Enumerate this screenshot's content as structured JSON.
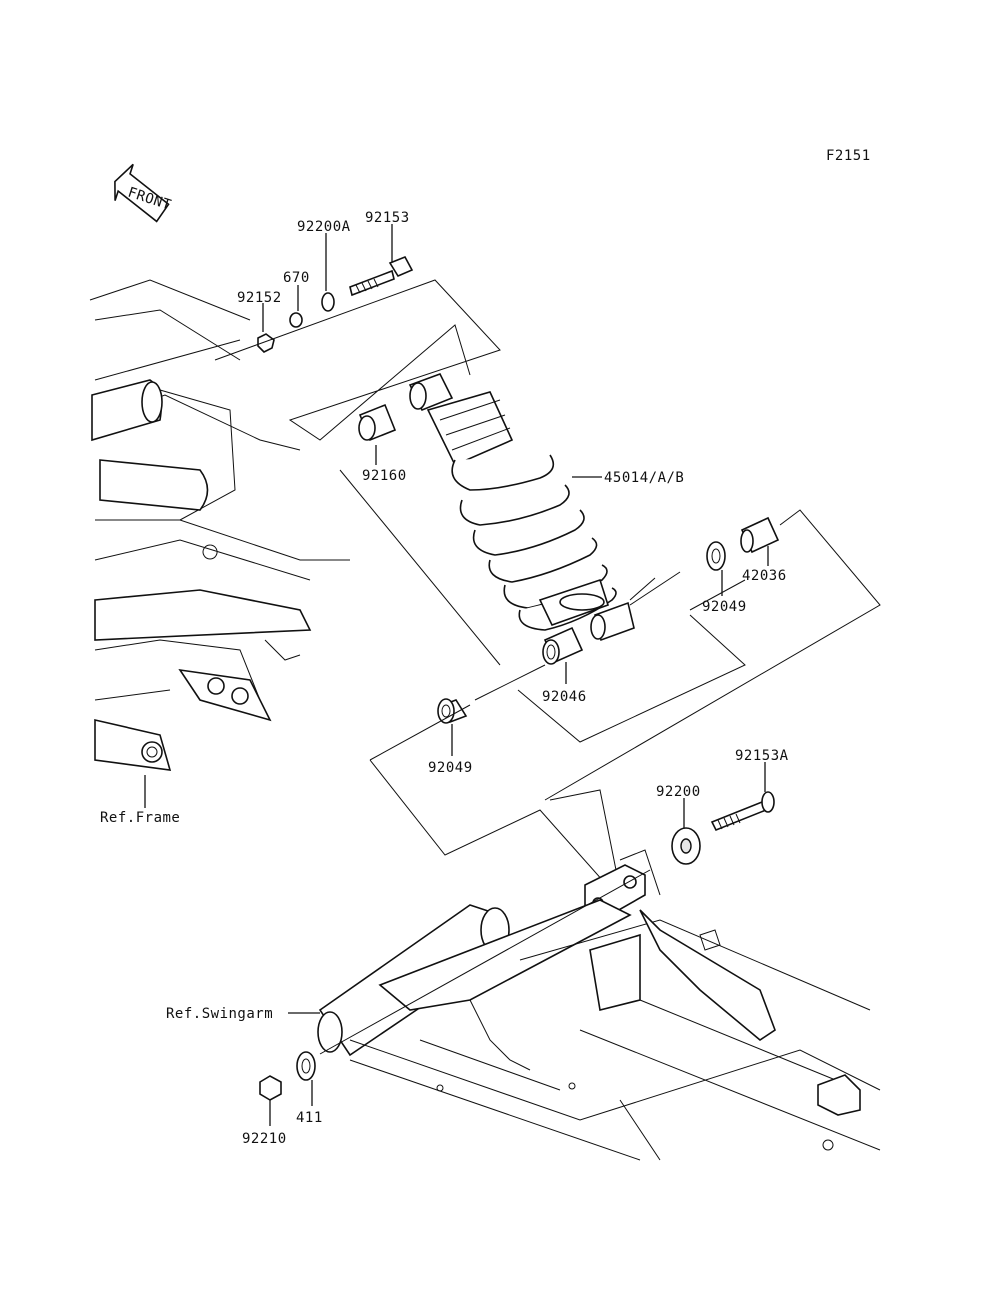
{
  "figure_code": "F2151",
  "front_arrow": "FRONT",
  "labels": {
    "p92153": "92153",
    "p92200A": "92200A",
    "p670": "670",
    "p92152": "92152",
    "p92160": "92160",
    "p45014": "45014/A/B",
    "p42036": "42036",
    "p92049_right": "92049",
    "p92046": "92046",
    "p92049_left": "92049",
    "p92153A": "92153A",
    "p92200": "92200",
    "p92210": "92210",
    "p411": "411",
    "ref_frame": "Ref.Frame",
    "ref_swingarm": "Ref.Swingarm"
  }
}
